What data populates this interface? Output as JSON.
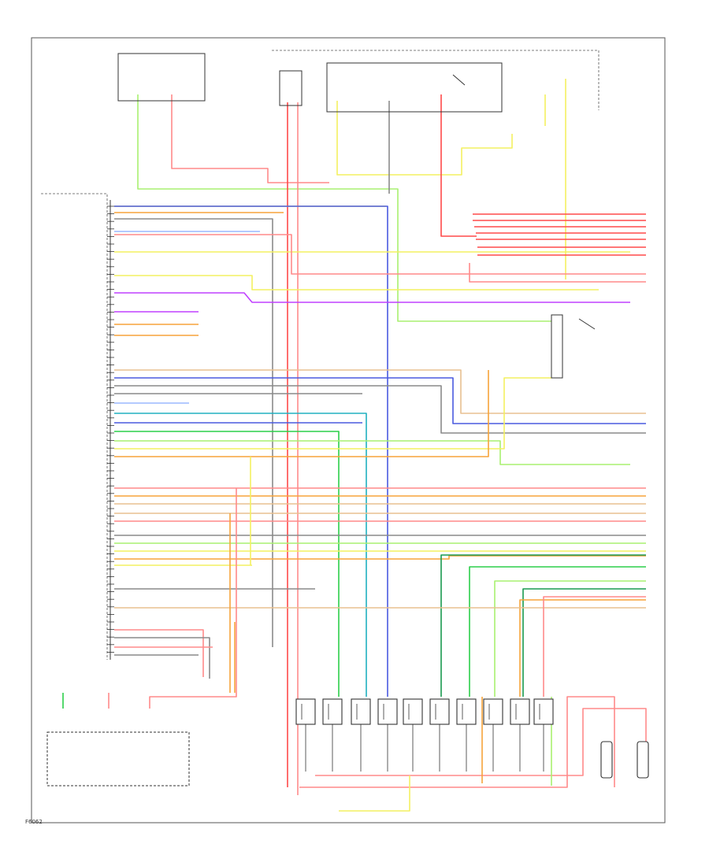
{
  "diagram": {
    "corner_code": "F6062"
  },
  "colors": {
    "frame": "#555555",
    "component": "#333333",
    "label": "#444444",
    "red": "#ff4a4a",
    "pink": "#ff8a8a",
    "yellow": "#f4f060",
    "lightgreen": "#a8f070",
    "green": "#2ccf4a",
    "darkgreen": "#1a9a50",
    "blue": "#4a5adf",
    "lightblue": "#9ab8ff",
    "violet": "#c040ff",
    "orange": "#f7a43a",
    "tan": "#e8c090",
    "gray": "#8a8a8a",
    "teal": "#20b0c0"
  },
  "icons": {
    "relay": "switch-contact",
    "sensor": "sensor-cylinder",
    "injector": "coil-box"
  }
}
